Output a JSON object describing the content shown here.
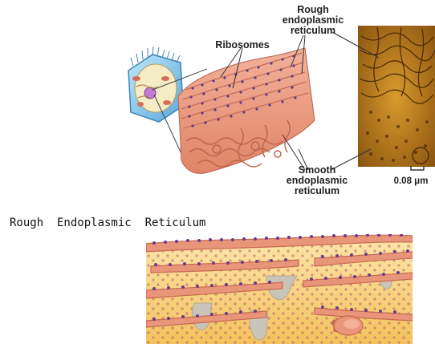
{
  "top_figure": {
    "labels": {
      "rough_er": [
        "Rough",
        "endoplasmic",
        "reticulum"
      ],
      "ribosomes": "Ribosomes",
      "smooth_er": [
        "Smooth",
        "endoplasmic",
        "reticulum"
      ],
      "scale_bar": "0.08 μm"
    }
  },
  "section_title": "Rough  Endoplasmic  Reticulum",
  "colors": {
    "er_membrane": "#e9957a",
    "er_shadow": "#c86a52",
    "ribosome": "#5a3d8c",
    "cell_blue": "#7fc4ea",
    "micrograph": "#c8861f",
    "cytoplasm": "#f5d47e",
    "lumen": "#c9c4b8"
  }
}
